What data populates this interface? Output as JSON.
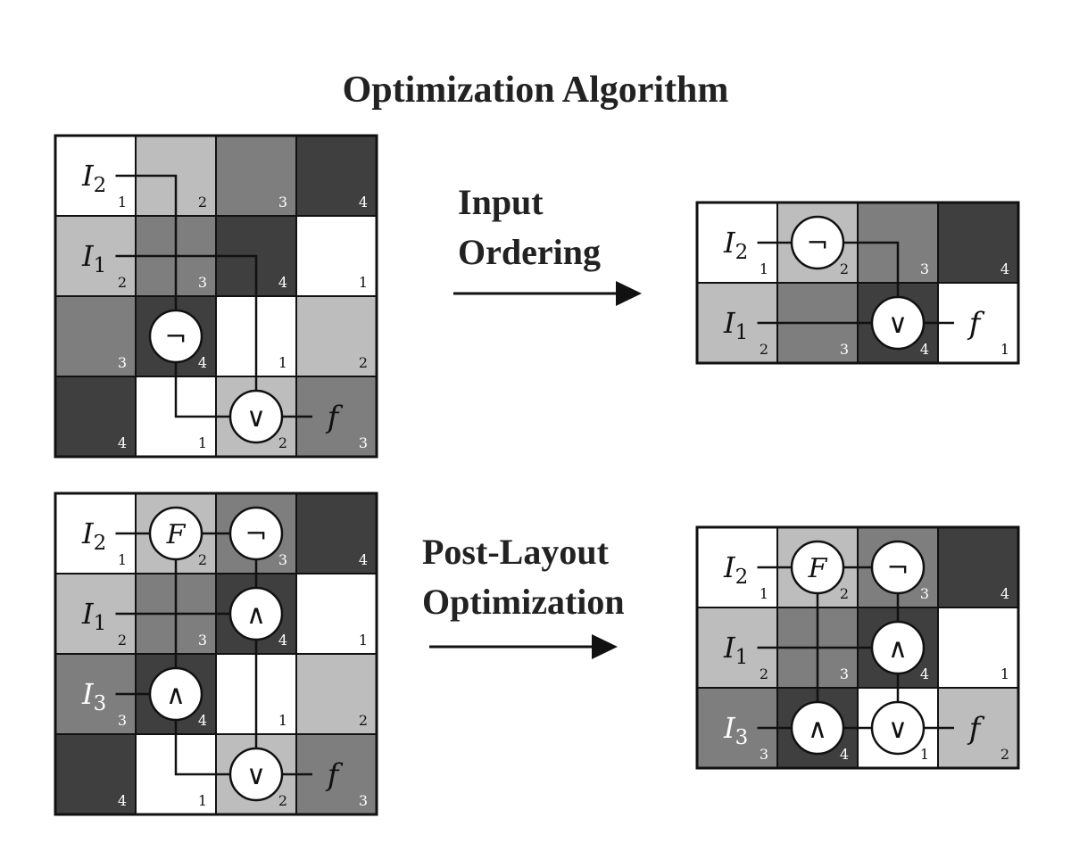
{
  "title": "Optimization Algorithm",
  "arrows": [
    {
      "lines": [
        "Input",
        "Ordering"
      ]
    },
    {
      "lines": [
        "Post-Layout",
        "Optimization"
      ]
    }
  ],
  "colors": {
    "shade_1": "#ffffff",
    "shade_2": "#bdbdbd",
    "shade_3": "#7e7e7e",
    "shade_4": "#3f3f3f",
    "line": "#111111",
    "num_on_light": "#111111",
    "num_on_dark": "#ffffff"
  },
  "grids": [
    {
      "id": "top-left",
      "rows": 4,
      "cols": 4,
      "cells": [
        [
          1,
          2,
          3,
          4
        ],
        [
          2,
          3,
          4,
          1
        ],
        [
          3,
          4,
          1,
          2
        ],
        [
          4,
          1,
          2,
          3
        ]
      ],
      "inputs": [
        {
          "label": "I",
          "sub": "2",
          "row": 0,
          "light": false
        },
        {
          "label": "I",
          "sub": "1",
          "row": 1,
          "light": false
        }
      ],
      "gates": [
        {
          "symbol": "¬",
          "row": 2,
          "col": 1
        },
        {
          "symbol": "∨",
          "row": 3,
          "col": 2
        }
      ],
      "output": {
        "label": "f",
        "row": 3
      }
    },
    {
      "id": "top-right",
      "rows": 2,
      "cols": 4,
      "cells": [
        [
          1,
          2,
          3,
          4
        ],
        [
          2,
          3,
          4,
          1
        ]
      ],
      "inputs": [
        {
          "label": "I",
          "sub": "2",
          "row": 0,
          "light": false
        },
        {
          "label": "I",
          "sub": "1",
          "row": 1,
          "light": false
        }
      ],
      "gates": [
        {
          "symbol": "¬",
          "row": 0,
          "col": 1
        },
        {
          "symbol": "∨",
          "row": 1,
          "col": 2
        }
      ],
      "output": {
        "label": "f",
        "row": 1
      }
    },
    {
      "id": "bottom-left",
      "rows": 4,
      "cols": 4,
      "cells": [
        [
          1,
          2,
          3,
          4
        ],
        [
          2,
          3,
          4,
          1
        ],
        [
          3,
          4,
          1,
          2
        ],
        [
          4,
          1,
          2,
          3
        ]
      ],
      "inputs": [
        {
          "label": "I",
          "sub": "2",
          "row": 0,
          "light": false
        },
        {
          "label": "I",
          "sub": "1",
          "row": 1,
          "light": false
        },
        {
          "label": "I",
          "sub": "3",
          "row": 2,
          "light": true
        }
      ],
      "gates": [
        {
          "symbol": "F",
          "row": 0,
          "col": 1,
          "italic": true
        },
        {
          "symbol": "¬",
          "row": 0,
          "col": 2
        },
        {
          "symbol": "∧",
          "row": 1,
          "col": 2
        },
        {
          "symbol": "∧",
          "row": 2,
          "col": 1
        },
        {
          "symbol": "∨",
          "row": 3,
          "col": 2
        }
      ],
      "output": {
        "label": "f",
        "row": 3
      }
    },
    {
      "id": "bottom-right",
      "rows": 3,
      "cols": 4,
      "cells": [
        [
          1,
          2,
          3,
          4
        ],
        [
          2,
          3,
          4,
          1
        ],
        [
          3,
          4,
          1,
          2
        ]
      ],
      "inputs": [
        {
          "label": "I",
          "sub": "2",
          "row": 0,
          "light": false
        },
        {
          "label": "I",
          "sub": "1",
          "row": 1,
          "light": false
        },
        {
          "label": "I",
          "sub": "3",
          "row": 2,
          "light": true
        }
      ],
      "gates": [
        {
          "symbol": "F",
          "row": 0,
          "col": 1,
          "italic": true
        },
        {
          "symbol": "¬",
          "row": 0,
          "col": 2
        },
        {
          "symbol": "∧",
          "row": 1,
          "col": 2
        },
        {
          "symbol": "∧",
          "row": 2,
          "col": 1
        },
        {
          "symbol": "∨",
          "row": 2,
          "col": 2
        }
      ],
      "output": {
        "label": "f",
        "row": 2
      }
    }
  ]
}
